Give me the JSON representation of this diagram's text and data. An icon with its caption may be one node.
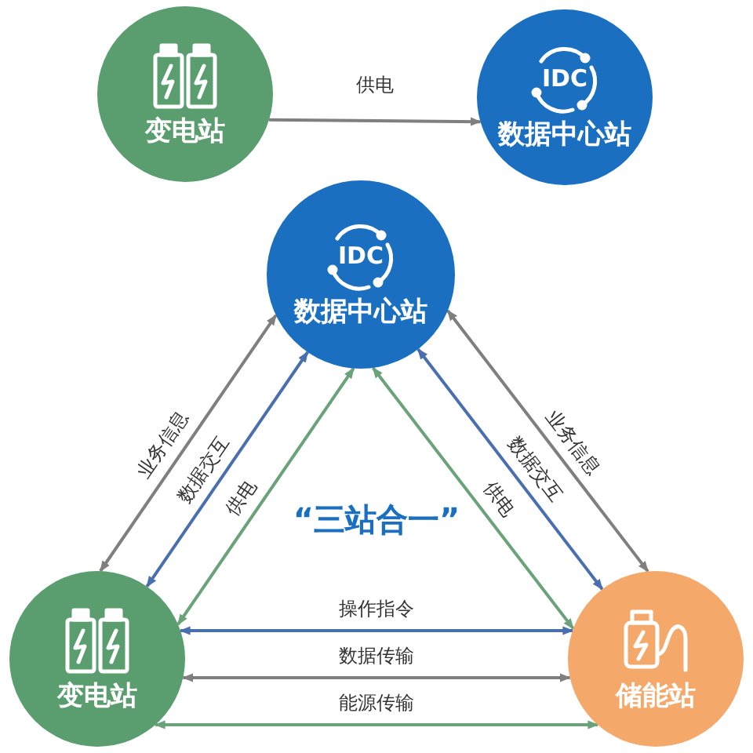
{
  "diagram": {
    "nodes": [
      {
        "text": [
          "变电站"
        ]
      },
      {
        "text": [
          "IDC",
          "数据中心站"
        ]
      },
      {
        "text": [
          "IDC",
          "数据中心站"
        ]
      },
      {
        "text": [
          "变电站"
        ]
      },
      {
        "text": [
          "储能站"
        ]
      }
    ],
    "edges": [
      {
        "from": 0,
        "to": 1,
        "arrow": "to",
        "label": "供电"
      },
      {
        "from": 2,
        "to": 3,
        "arrow": "both",
        "label": "业务信息"
      },
      {
        "from": 2,
        "to": 3,
        "arrow": "both",
        "label": "数据交互",
        "color": "#4a6fb0"
      },
      {
        "from": 2,
        "to": 3,
        "arrow": "both",
        "label": "供电",
        "color": "#6aa37a"
      },
      {
        "from": 2,
        "to": 4,
        "arrow": "both",
        "label": "供电",
        "color": "#6aa37a"
      },
      {
        "from": 2,
        "to": 4,
        "arrow": "both",
        "label": "数据交互",
        "color": "#4a6fb0"
      },
      {
        "from": 2,
        "to": 4,
        "arrow": "both",
        "label": "业务信息"
      },
      {
        "from": 3,
        "to": 4,
        "arrow": "both",
        "label": "操作指令",
        "color": "#4a6fb0"
      },
      {
        "from": 3,
        "to": 4,
        "arrow": "both",
        "label": "数据传输"
      },
      {
        "from": 3,
        "to": 4,
        "arrow": "both",
        "label": "能源传输",
        "color": "#6aa37a"
      }
    ],
    "labels": [
      "“三站合一”"
    ]
  }
}
